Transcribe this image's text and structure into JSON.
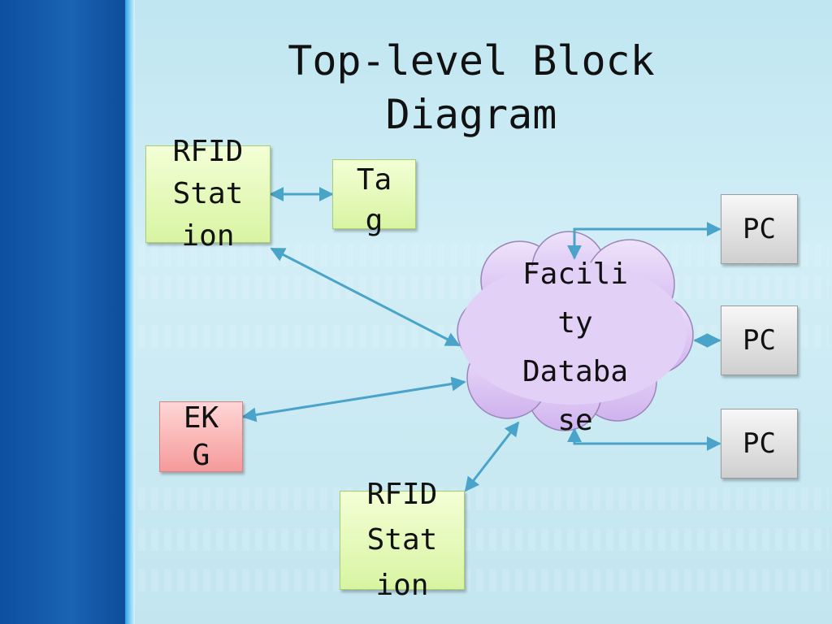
{
  "slide": {
    "title_lines": [
      "Top-level Block",
      "Diagram"
    ]
  },
  "nodes": {
    "rfid_station_top": {
      "text": "RFID\nStat\nion"
    },
    "tag": {
      "text": "Ta\ng"
    },
    "facility_database": {
      "text": "Facili\nty\nDataba\nse"
    },
    "ekg": {
      "text": "EK\nG"
    },
    "rfid_station_bottom": {
      "text": "RFID\nStat\nion"
    },
    "pc_1": {
      "text": "PC"
    },
    "pc_2": {
      "text": "PC"
    },
    "pc_3": {
      "text": "PC"
    }
  },
  "edges": [
    {
      "from": "RFID Station (top)",
      "to": "Tag",
      "direction": "bidirectional"
    },
    {
      "from": "RFID Station (top)",
      "to": "Facility Database",
      "direction": "bidirectional"
    },
    {
      "from": "EKG",
      "to": "Facility Database",
      "direction": "bidirectional"
    },
    {
      "from": "RFID Station (bottom)",
      "to": "Facility Database",
      "direction": "bidirectional"
    },
    {
      "from": "Facility Database",
      "to": "PC 1",
      "direction": "bidirectional"
    },
    {
      "from": "Facility Database",
      "to": "PC 2",
      "direction": "bidirectional"
    },
    {
      "from": "Facility Database",
      "to": "PC 3",
      "direction": "bidirectional"
    }
  ],
  "colors": {
    "sidebar": "#0d4fa0",
    "background": "#c8eaf3",
    "green_box": "#d8f4a2",
    "red_box": "#f59a9a",
    "gray_box": "#cfcfcf",
    "cloud_fill": "#dcc6f2",
    "arrow": "#4aa3c9"
  }
}
